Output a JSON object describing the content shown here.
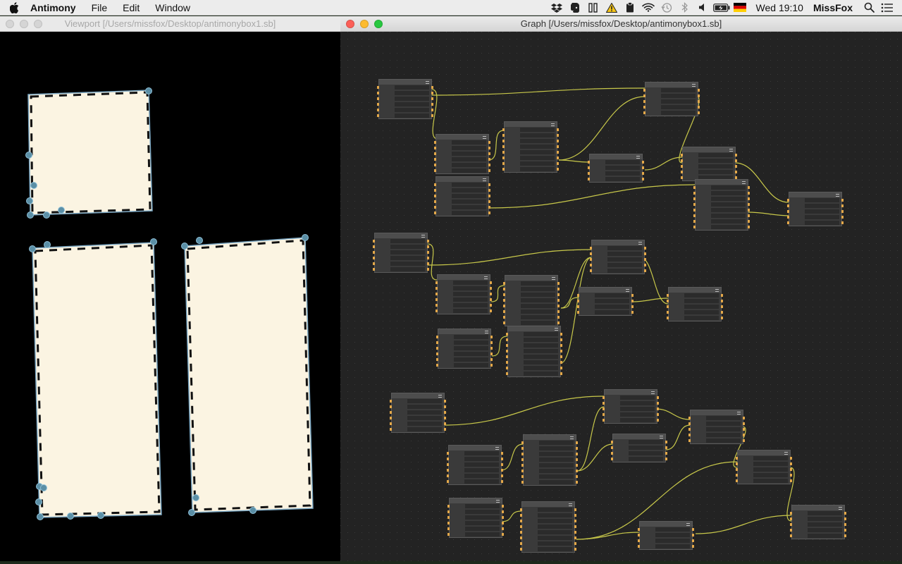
{
  "menubar": {
    "app_name": "Antimony",
    "items": [
      "File",
      "Edit",
      "Window"
    ],
    "flag_colors": [
      "#000000",
      "#dd0000",
      "#ffce00"
    ],
    "clock": "Wed 19:10",
    "user": "MissFox",
    "status_icons": [
      "dropbox-icon",
      "evernote-icon",
      "bracket-icon",
      "warning-icon",
      "clipboard-icon",
      "wifi-icon",
      "time-machine-icon",
      "bluetooth-icon",
      "volume-icon",
      "battery-icon",
      "flag-icon"
    ]
  },
  "viewport_window": {
    "title": "Viewport [/Users/missfox/Desktop/antimonybox1.sb]"
  },
  "graph_window": {
    "title": "Graph [/Users/missfox/Desktop/antimonybox1.sb]",
    "traffic_colors": [
      "#fc5f57",
      "#fdbb2e",
      "#28c840"
    ],
    "wire_color": "#c8c84a",
    "pin_color": "#e3a84a"
  }
}
